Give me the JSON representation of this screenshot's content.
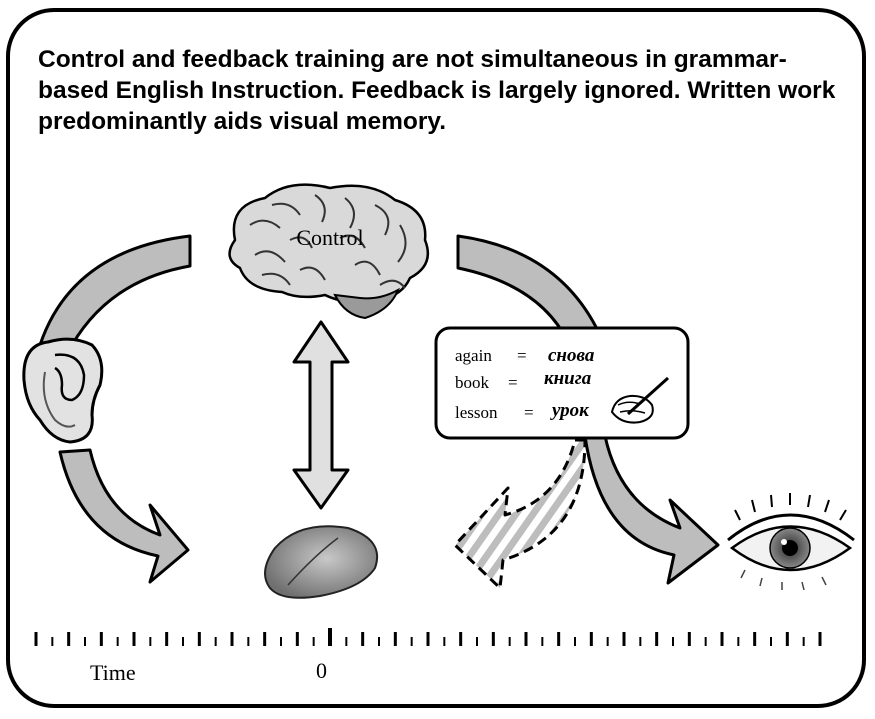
{
  "headline": "Control and feedback training are not simultaneous in grammar-based English Instruction.  Feedback is largely ignored.  Written work predominantly aids visual memory.",
  "brain_label": "Control",
  "vocab": [
    {
      "english": "again",
      "eq": "=",
      "russian": "снова"
    },
    {
      "english": "book",
      "eq": "=",
      "russian": "книга"
    },
    {
      "english": "lesson",
      "eq": "=",
      "russian": "урок"
    }
  ],
  "timeline": {
    "label": "Time",
    "zero_label": "0"
  },
  "icons": [
    "brain-icon",
    "ear-icon",
    "tongue-icon",
    "eye-icon",
    "writing-hand-icon"
  ],
  "colors": {
    "arrow_fill": "#bdbdbd",
    "outline": "#000000",
    "background": "#ffffff"
  }
}
